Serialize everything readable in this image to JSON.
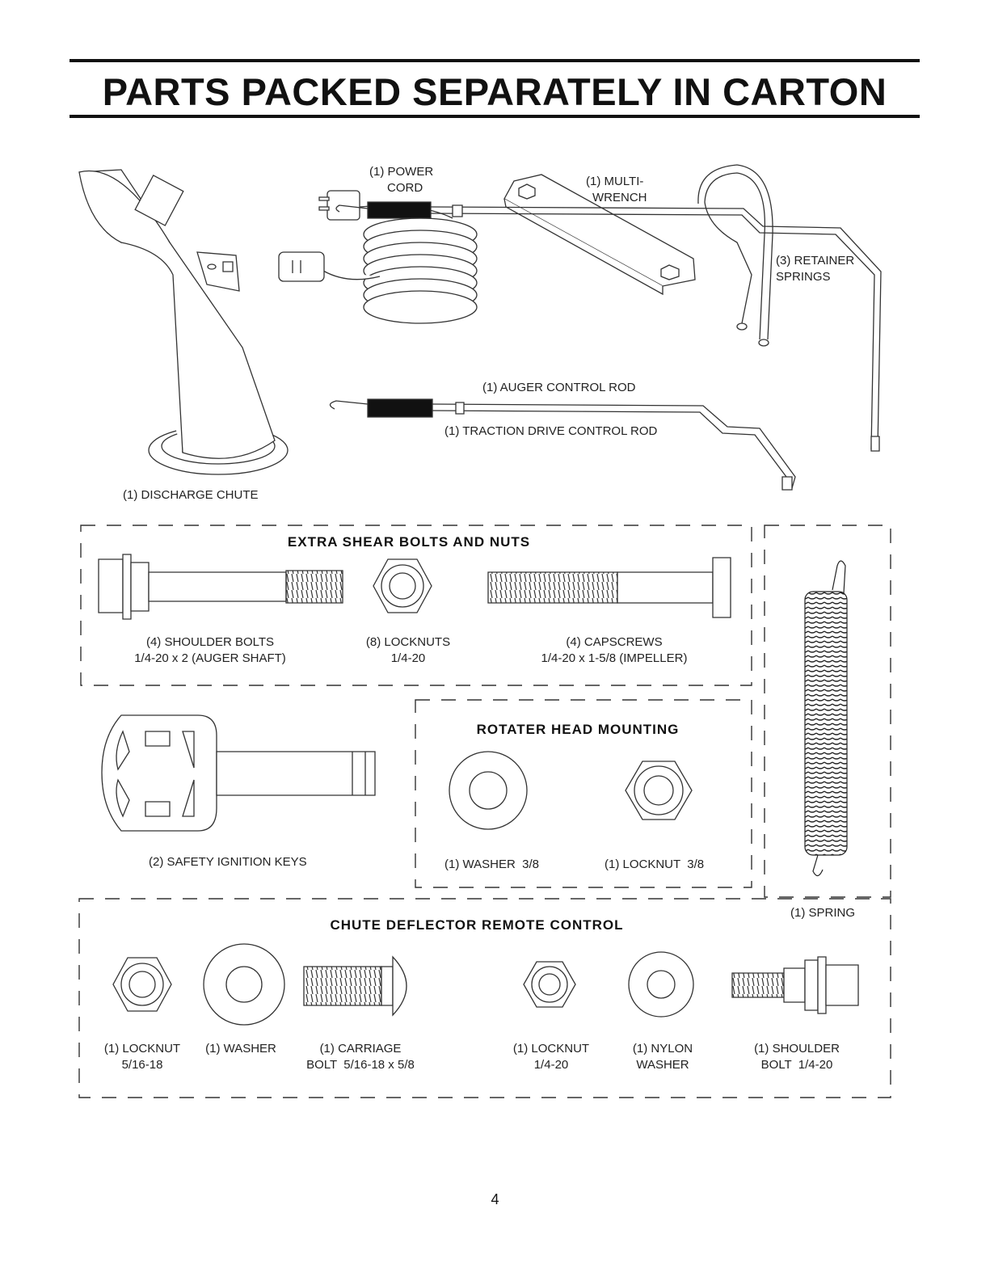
{
  "page": {
    "title": "PARTS PACKED SEPARATELY IN CARTON",
    "page_number": "4"
  },
  "parts": {
    "power_cord": {
      "line1": "(1) POWER",
      "line2": "CORD"
    },
    "multi_wrench": {
      "line1": "(1) MULTI-",
      "line2": "WRENCH"
    },
    "retainer_springs": {
      "line1": "(3) RETAINER",
      "line2": "SPRINGS"
    },
    "auger_rod": "(1) AUGER CONTROL ROD",
    "traction_rod": "(1) TRACTION DRIVE CONTROL ROD",
    "discharge_chute": "(1) DISCHARGE CHUTE",
    "spring": "(1) SPRING",
    "ignition_keys": "(2) SAFETY IGNITION KEYS"
  },
  "shear_bolts": {
    "heading": "EXTRA SHEAR BOLTS AND NUTS",
    "shoulder_bolts": {
      "line1": "(4) SHOULDER BOLTS",
      "line2": "1/4-20 x 2 (AUGER SHAFT)"
    },
    "locknuts": {
      "line1": "(8) LOCKNUTS",
      "line2": "1/4-20"
    },
    "capscrews": {
      "line1": "(4) CAPSCREWS",
      "line2": "1/4-20 x 1-5/8 (IMPELLER)"
    }
  },
  "rotater": {
    "heading": "ROTATER HEAD MOUNTING",
    "washer": "(1) WASHER  3/8",
    "locknut": "(1) LOCKNUT  3/8"
  },
  "chute_deflector": {
    "heading": "CHUTE DEFLECTOR REMOTE CONTROL",
    "locknut_a": {
      "line1": "(1) LOCKNUT",
      "line2": "5/16-18"
    },
    "washer": {
      "line1": "(1) WASHER"
    },
    "carriage_bolt": {
      "line1": "(1) CARRIAGE",
      "line2": "BOLT  5/16-18 x 5/8"
    },
    "locknut_b": {
      "line1": "(1) LOCKNUT",
      "line2": "1/4-20"
    },
    "nylon_washer": {
      "line1": "(1) NYLON",
      "line2": "WASHER"
    },
    "shoulder_bolt": {
      "line1": "(1) SHOULDER",
      "line2": "BOLT  1/4-20"
    }
  }
}
